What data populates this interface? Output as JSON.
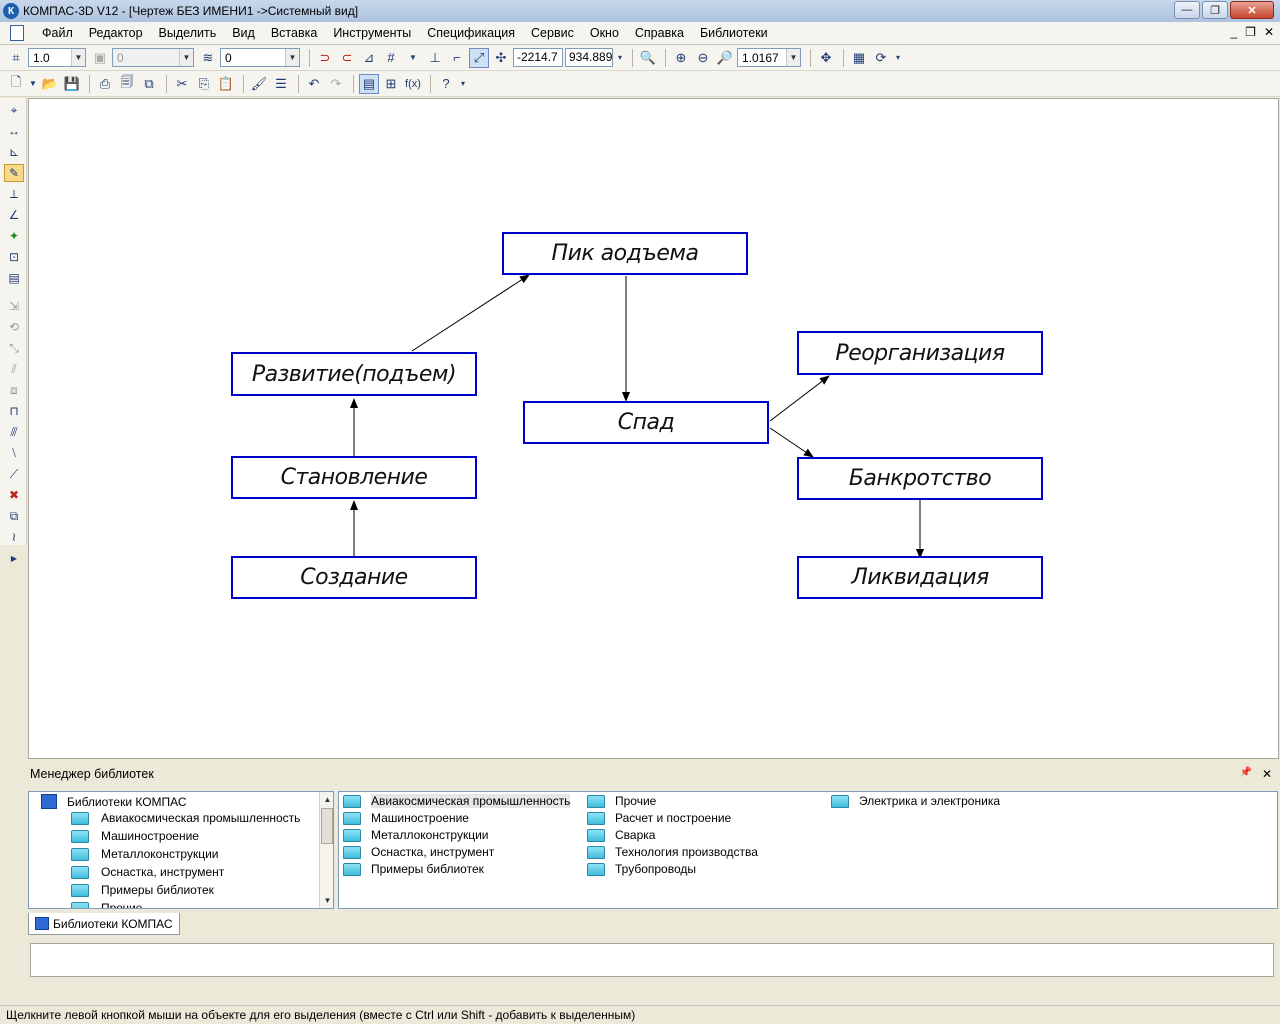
{
  "window": {
    "title": "КОМПАС-3D V12 - [Чертеж БЕЗ ИМЕНИ1 ->Системный вид]",
    "app_icon_letter": "К",
    "btn_minimize": "—",
    "btn_restore": "❐",
    "btn_close": "✕"
  },
  "menu": {
    "items": [
      "Файл",
      "Редактор",
      "Выделить",
      "Вид",
      "Вставка",
      "Инструменты",
      "Спецификация",
      "Сервис",
      "Окно",
      "Справка",
      "Библиотеки"
    ],
    "mdi_minimize": "_",
    "mdi_restore": "❐",
    "mdi_close": "✕"
  },
  "toolbar1": {
    "step_value": "1.0",
    "layer_value": "0",
    "style_value": "0",
    "coord_x": "-2214.7",
    "coord_y": "934.889",
    "zoom_value": "1.0167"
  },
  "diagram": {
    "nodes": {
      "peak": "Пик аодъема",
      "growth": "Развитие(подъем)",
      "formation": "Становление",
      "creation": "Создание",
      "decline": "Спад",
      "reorg": "Реорганизация",
      "bankruptcy": "Банкротство",
      "liquidation": "Ликвидация"
    },
    "line_color": "#0000cc"
  },
  "library_manager": {
    "title": "Менеджер библиотек",
    "pin": "📌",
    "close": "✕",
    "tree_root": "Библиотеки КОМПАС",
    "tree_items": [
      "Авиакосмическая промышленность",
      "Машиностроение",
      "Металлоконструкции",
      "Оснастка, инструмент",
      "Примеры библиотек",
      "Прочие"
    ],
    "col1": [
      "Авиакосмическая промышленность",
      "Машиностроение",
      "Металлоконструкции",
      "Оснастка, инструмент",
      "Примеры библиотек"
    ],
    "col2": [
      "Прочие",
      "Расчет и построение",
      "Сварка",
      "Технология производства",
      "Трубопроводы"
    ],
    "col3": [
      "Электрика и электроника"
    ],
    "tab_label": "Библиотеки КОМПАС"
  },
  "status": {
    "text": "Щелкните левой кнопкой мыши на объекте для его выделения (вместе с Ctrl или Shift - добавить к выделенным)"
  }
}
